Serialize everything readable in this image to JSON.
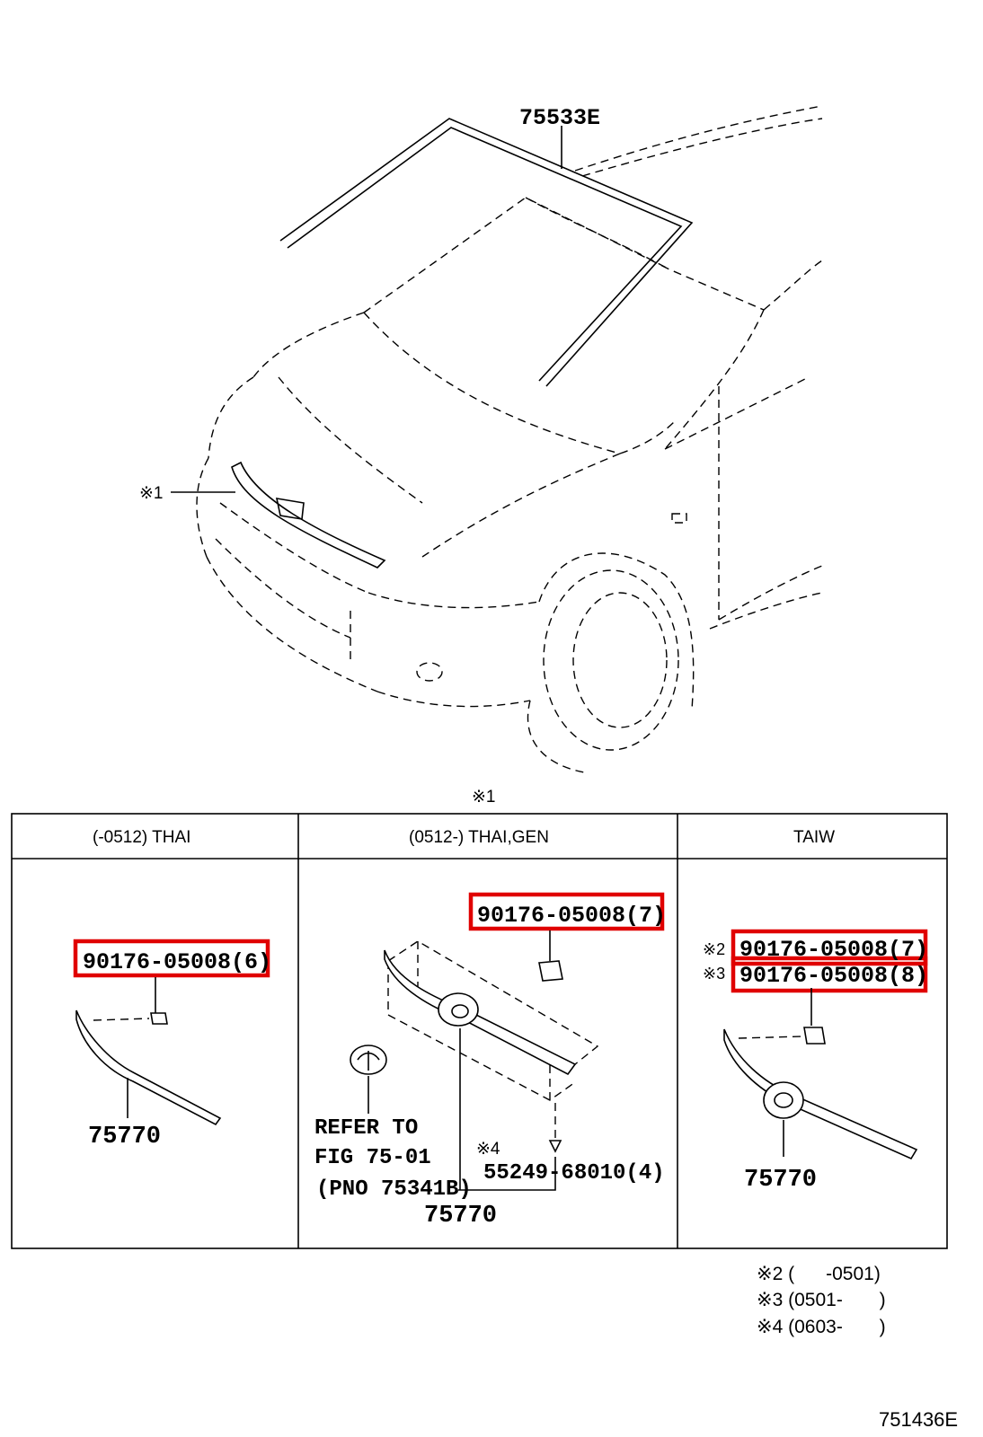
{
  "callouts": {
    "windshield_molding": "75533E",
    "note1_marker": "※1",
    "table_marker": "※1"
  },
  "table": {
    "columns": [
      {
        "header": "(-0512) THAI"
      },
      {
        "header": "(0512-) THAI,GEN"
      },
      {
        "header": "TAIW"
      }
    ],
    "col1": {
      "bolt": "90176-05008(6)",
      "part": "75770"
    },
    "col2": {
      "bolt": "90176-05008(7)",
      "refer_line1": "REFER TO",
      "refer_line2": "FIG 75-01",
      "refer_line3": "(PNO 75341B)",
      "note4_marker": "※4",
      "clip": "55249-68010(4)",
      "part": "75770"
    },
    "col3": {
      "marker2": "※2",
      "bolt_a": "90176-05008(7)",
      "marker3": "※3",
      "bolt_b": "90176-05008(8)",
      "part": "75770"
    }
  },
  "notes": [
    "※2 (      -0501)",
    "※3 (0501-       )",
    "※4 (0603-       )"
  ],
  "figure_id": "751436E",
  "highlight_color": "#e00000"
}
